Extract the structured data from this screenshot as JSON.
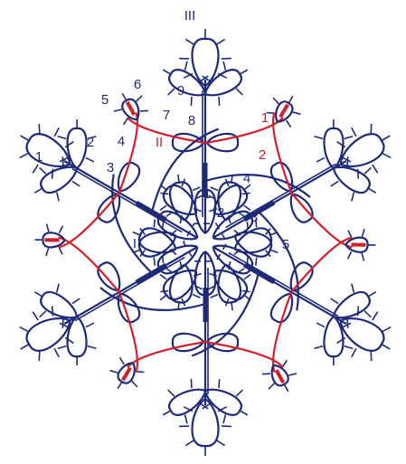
{
  "colors": {
    "blue": "#1e2a78",
    "red": "#d21e2a",
    "background": "#ffffff"
  },
  "labels": {
    "round_III": "III",
    "round_II": "II",
    "round_I": "I",
    "outer_1": "1",
    "outer_2": "2",
    "outer_3": "3",
    "outer_4": "4",
    "outer_5": "5",
    "outer_6": "6",
    "outer_7": "7",
    "outer_8": "8",
    "outer_9": "9",
    "red_1": "1",
    "red_2": "2",
    "inner_1": "1",
    "inner_2": "2",
    "inner_3": "3",
    "inner_4": "4",
    "inner_5": "5"
  }
}
